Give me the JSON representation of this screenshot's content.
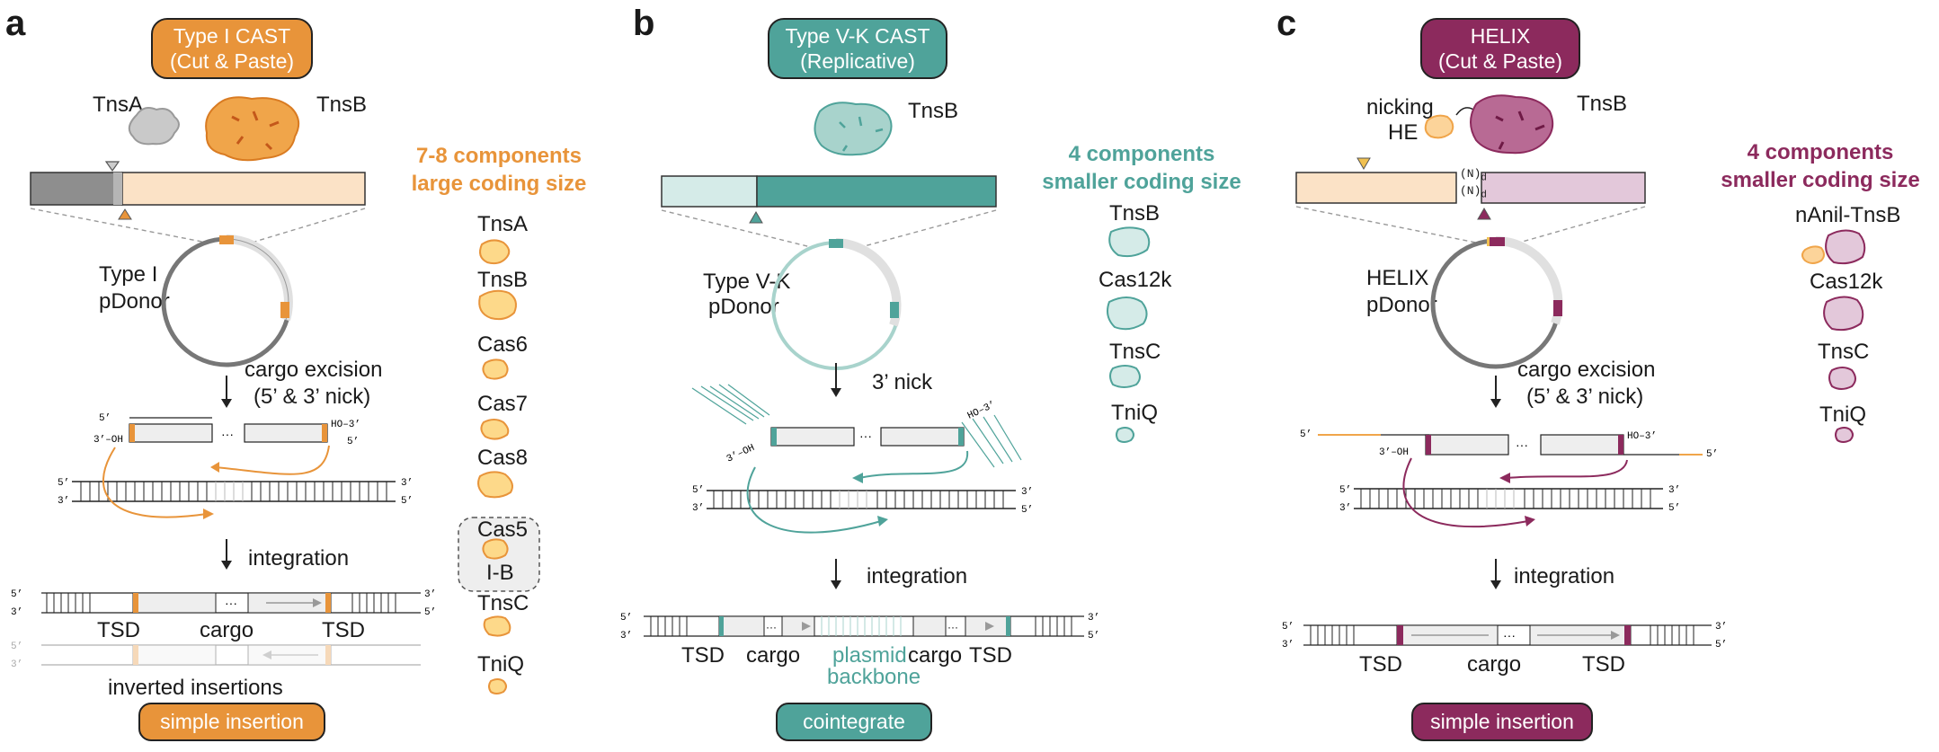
{
  "colors": {
    "typeI": "#e8943a",
    "typeI_light": "#fbe2c6",
    "typeI_fill": "#fdd98a",
    "typeVK": "#4fa39a",
    "typeVK_light": "#d5ebe8",
    "helix": "#8c2a5d",
    "helix_light": "#e3c8da",
    "gray": "#8a8a8a"
  },
  "panel_a": {
    "label": "a",
    "title_line1": "Type I CAST",
    "title_line2": "(Cut & Paste)",
    "protein1": "TnsA",
    "protein2": "TnsB",
    "comp_line1": "7-8 components",
    "comp_line2": "large coding size",
    "components": [
      "TnsA",
      "TnsB",
      "Cas6",
      "Cas7",
      "Cas8",
      "Cas5",
      "I-B",
      "TnsC",
      "TniQ"
    ],
    "donor_line1": "Type I",
    "donor_line2": "pDonor",
    "step1_line1": "cargo excision",
    "step1_line2": "(5’ & 3’ nick)",
    "step2": "integration",
    "tsd1": "TSD",
    "cargo": "cargo",
    "tsd2": "TSD",
    "inverted": "inverted insertions",
    "outcome": "simple insertion",
    "end5": "5’",
    "end3": "3’",
    "oh": "3’-OH",
    "ho": "HO-3’",
    "ellipsis": "···"
  },
  "panel_b": {
    "label": "b",
    "title_line1": "Type V-K CAST",
    "title_line2": "(Replicative)",
    "protein1": "TnsB",
    "comp_line1": "4 components",
    "comp_line2": "smaller coding size",
    "components": [
      "TnsB",
      "Cas12k",
      "TnsC",
      "TniQ"
    ],
    "donor_line1": "Type V-K",
    "donor_line2": "pDonor",
    "step1": "3’ nick",
    "step2": "integration",
    "tsd1": "TSD",
    "cargo1": "cargo",
    "backbone1": "plasmid",
    "backbone2": "backbone",
    "cargo2": "cargo",
    "tsd2": "TSD",
    "outcome": "cointegrate",
    "end5": "5’",
    "end3": "3’",
    "oh": "3’-OH",
    "ho": "HO-3’",
    "ellipsis": "···"
  },
  "panel_c": {
    "label": "c",
    "title_line1": "HELIX",
    "title_line2": "(Cut & Paste)",
    "protein_he1": "nicking",
    "protein_he2": "HE",
    "protein1": "TnsB",
    "spacer1": "(N)",
    "spacer2": "(N)",
    "spacer_sub": "d",
    "comp_line1": "4 components",
    "comp_line2": "smaller coding size",
    "components": [
      "nAnil-TnsB",
      "Cas12k",
      "TnsC",
      "TniQ"
    ],
    "donor_line1": "HELIX",
    "donor_line2": "pDonor",
    "step1_line1": "cargo excision",
    "step1_line2": "(5’ & 3’ nick)",
    "step2": "integration",
    "tsd1": "TSD",
    "cargo": "cargo",
    "tsd2": "TSD",
    "outcome": "simple insertion",
    "end5": "5’",
    "end3": "3’",
    "oh": "3’-OH",
    "ho": "HO-3’",
    "ellipsis": "···"
  }
}
